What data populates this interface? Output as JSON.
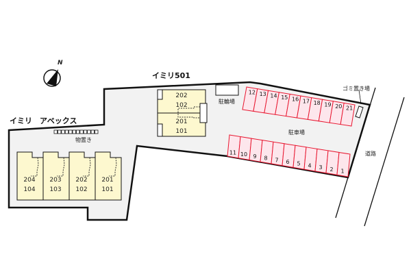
{
  "labels": {
    "building_north": "イミリ501",
    "building_west": "イミリ　アベックス",
    "storage": "物置き",
    "bicycle_parking": "駐輪場",
    "parking": "駐車場",
    "garbage": "ゴミ置き場",
    "road": "道路",
    "north": "N"
  },
  "west_units": [
    {
      "upper": "204",
      "lower": "104"
    },
    {
      "upper": "203",
      "lower": "103"
    },
    {
      "upper": "202",
      "lower": "102"
    },
    {
      "upper": "201",
      "lower": "101"
    }
  ],
  "north_units": [
    {
      "upper": "202",
      "lower": "102"
    },
    {
      "upper": "201",
      "lower": "101"
    }
  ],
  "parking_rows": {
    "top": [
      "12",
      "13",
      "14",
      "15",
      "16",
      "17",
      "18",
      "19",
      "20",
      "21"
    ],
    "bottom": [
      "11",
      "10",
      "9",
      "8",
      "7",
      "6",
      "5",
      "4",
      "3",
      "2",
      "1"
    ]
  },
  "colors": {
    "site": "#f2f2f2",
    "building": "#fdf8cf",
    "stall": "#fde6ec",
    "stall_border": "#e8162f"
  }
}
